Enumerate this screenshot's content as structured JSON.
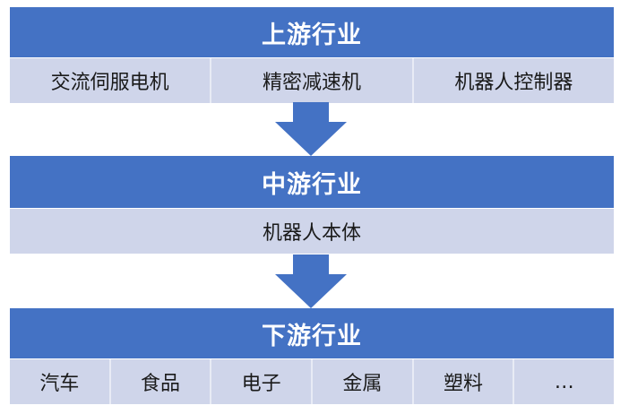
{
  "upstream": {
    "title": "上游行业",
    "items": [
      "交流伺服电机",
      "精密减速机",
      "机器人控制器"
    ]
  },
  "midstream": {
    "title": "中游行业",
    "items": [
      "机器人本体"
    ]
  },
  "downstream": {
    "title": "下游行业",
    "items": [
      "汽车",
      "食品",
      "电子",
      "金属",
      "塑料",
      "…"
    ]
  },
  "colors": {
    "header": "#4472c4",
    "items_bg": "#cfd5ea",
    "arrow": "#4472c4"
  }
}
